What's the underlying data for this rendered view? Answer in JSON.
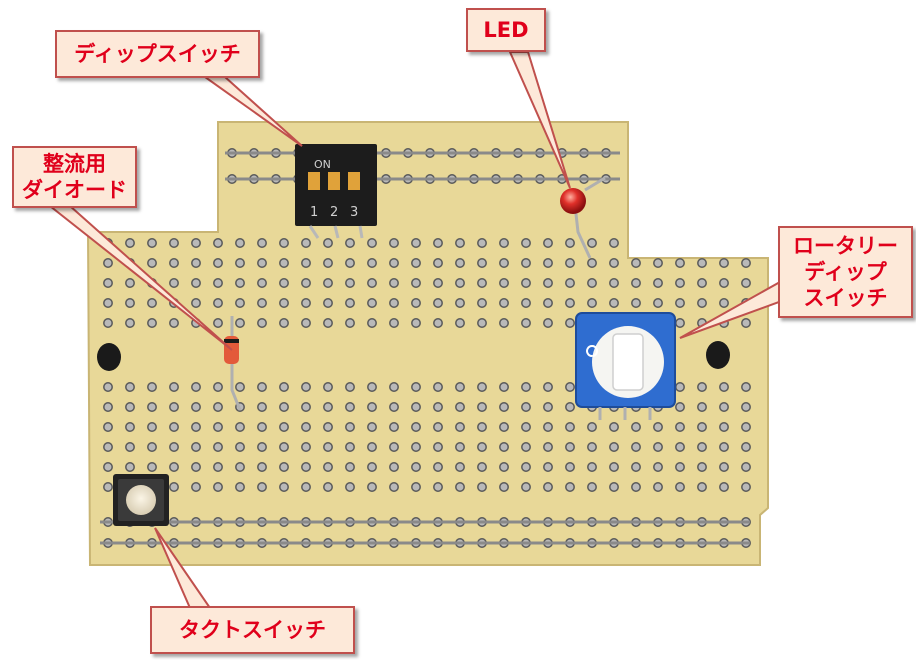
{
  "labels": {
    "dip_switch": "ディップスイッチ",
    "led": "LED",
    "diode_line1": "整流用",
    "diode_line2": "ダイオード",
    "rotary_line1": "ロータリー",
    "rotary_line2": "ディップ",
    "rotary_line3": "スイッチ",
    "tact_switch": "タクトスイッチ"
  },
  "dip_switch_marks": {
    "on": "ON",
    "n1": "1",
    "n2": "2",
    "n3": "3"
  },
  "colors": {
    "board": "#e8d898",
    "callout_fill": "#fde9d9",
    "callout_border": "#c0504d",
    "callout_text": "#e0001b"
  }
}
